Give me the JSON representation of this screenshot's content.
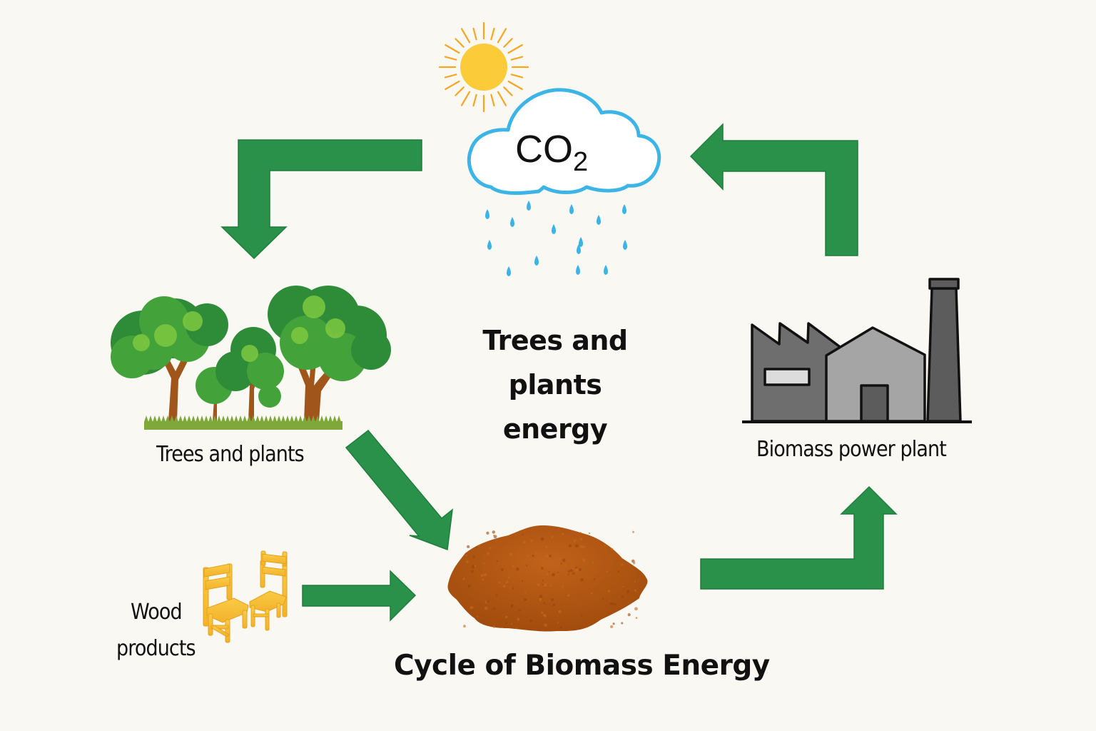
{
  "diagram": {
    "title": "Cycle of Biomass Energy",
    "center_label": [
      "Trees and",
      "plants",
      "energy"
    ],
    "nodes": {
      "atmosphere": {
        "label_main": "CO",
        "label_sub": "2",
        "icons": [
          "sun-icon",
          "cloud-icon",
          "rain-icon"
        ]
      },
      "trees": {
        "label": "Trees and plants",
        "icon": "trees-icon"
      },
      "power_plant": {
        "label": "Biomass power plant",
        "icon": "factory-icon"
      },
      "wood_products": {
        "label_line1": "Wood",
        "label_line2": "products",
        "icon": "chairs-icon"
      },
      "biomass": {
        "label": "",
        "icon": "biomass-pile-icon"
      }
    },
    "flows": [
      {
        "from": "atmosphere",
        "to": "trees",
        "name": "arrow-co2-to-trees"
      },
      {
        "from": "trees",
        "to": "biomass",
        "name": "arrow-trees-to-biomass"
      },
      {
        "from": "wood_products",
        "to": "biomass",
        "name": "arrow-wood-to-biomass"
      },
      {
        "from": "biomass",
        "to": "power_plant",
        "name": "arrow-biomass-to-plant"
      },
      {
        "from": "power_plant",
        "to": "atmosphere",
        "name": "arrow-plant-to-co2"
      }
    ],
    "colors": {
      "background": "#FAF8F3",
      "arrow": "#2A914A",
      "arrow_edge": "#1E7E3C",
      "sun": "#FCCB3A",
      "sun_rays": "#F5A623",
      "cloud_stroke": "#3DB4E6",
      "rain": "#3DB4E6",
      "foliage_dark": "#2E8B38",
      "foliage_mid": "#43A33A",
      "foliage_light": "#7CC83F",
      "trunk": "#A0561A",
      "grass": "#7FA83A",
      "factory_dark": "#6E6E6E",
      "factory_mid": "#A5A5A5",
      "factory_chimney": "#5C5C5C",
      "factory_window": "#DCDCDC",
      "biomass": "#B4560F",
      "chair": "#F8C23A",
      "text": "#111111"
    }
  }
}
